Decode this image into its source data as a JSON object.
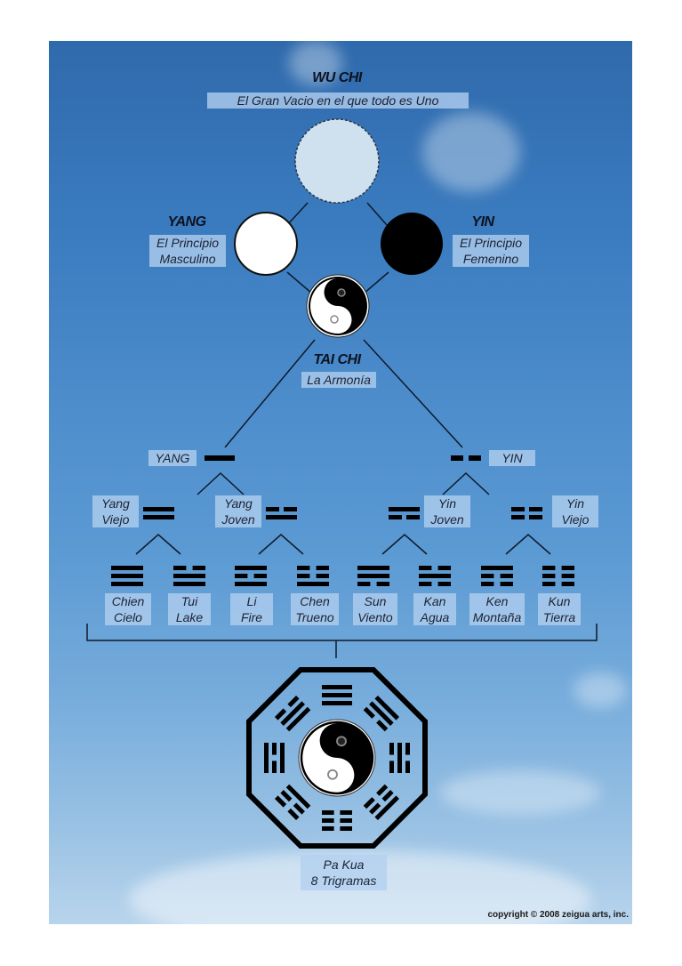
{
  "wu_chi": {
    "title": "WU CHI",
    "subtitle": "El Gran Vacio en el que todo es Uno"
  },
  "yang": {
    "title": "YANG",
    "line1": "El Principio",
    "line2": "Masculino"
  },
  "yin": {
    "title": "YIN",
    "line1": "El Principio",
    "line2": "Femenino"
  },
  "tai_chi": {
    "title": "TAI CHI",
    "subtitle": "La Armonía"
  },
  "level1": {
    "yang_label": "YANG",
    "yin_label": "YIN"
  },
  "level2": [
    {
      "line1": "Yang",
      "line2": "Viejo",
      "lines": [
        "solid",
        "solid"
      ]
    },
    {
      "line1": "Yang",
      "line2": "Joven",
      "lines": [
        "broken",
        "solid"
      ]
    },
    {
      "line1": "Yin",
      "line2": "Joven",
      "lines": [
        "solid",
        "broken"
      ]
    },
    {
      "line1": "Yin",
      "line2": "Viejo",
      "lines": [
        "broken",
        "broken"
      ]
    }
  ],
  "trigrams": [
    {
      "name": "Chien",
      "meaning": "Cielo",
      "lines": [
        "solid",
        "solid",
        "solid"
      ]
    },
    {
      "name": "Tui",
      "meaning": "Lake",
      "lines": [
        "broken",
        "solid",
        "solid"
      ]
    },
    {
      "name": "Li",
      "meaning": "Fire",
      "lines": [
        "solid",
        "broken",
        "solid"
      ]
    },
    {
      "name": "Chen",
      "meaning": "Trueno",
      "lines": [
        "broken",
        "broken",
        "solid"
      ]
    },
    {
      "name": "Sun",
      "meaning": "Viento",
      "lines": [
        "solid",
        "solid",
        "broken"
      ]
    },
    {
      "name": "Kan",
      "meaning": "Agua",
      "lines": [
        "broken",
        "solid",
        "broken"
      ]
    },
    {
      "name": "Ken",
      "meaning": "Montaña",
      "lines": [
        "solid",
        "broken",
        "broken"
      ]
    },
    {
      "name": "Kun",
      "meaning": "Tierra",
      "lines": [
        "broken",
        "broken",
        "broken"
      ]
    }
  ],
  "pa_kua": {
    "line1": "Pa Kua",
    "line2": "8 Trigramas"
  },
  "copyright": "copyright © 2008 zeigua arts, inc.",
  "colors": {
    "line": "#0f1a2b",
    "label_bg": "#b2d0f0",
    "sky_top": "#2f6aac",
    "sky_bottom": "#b8d4ec"
  }
}
